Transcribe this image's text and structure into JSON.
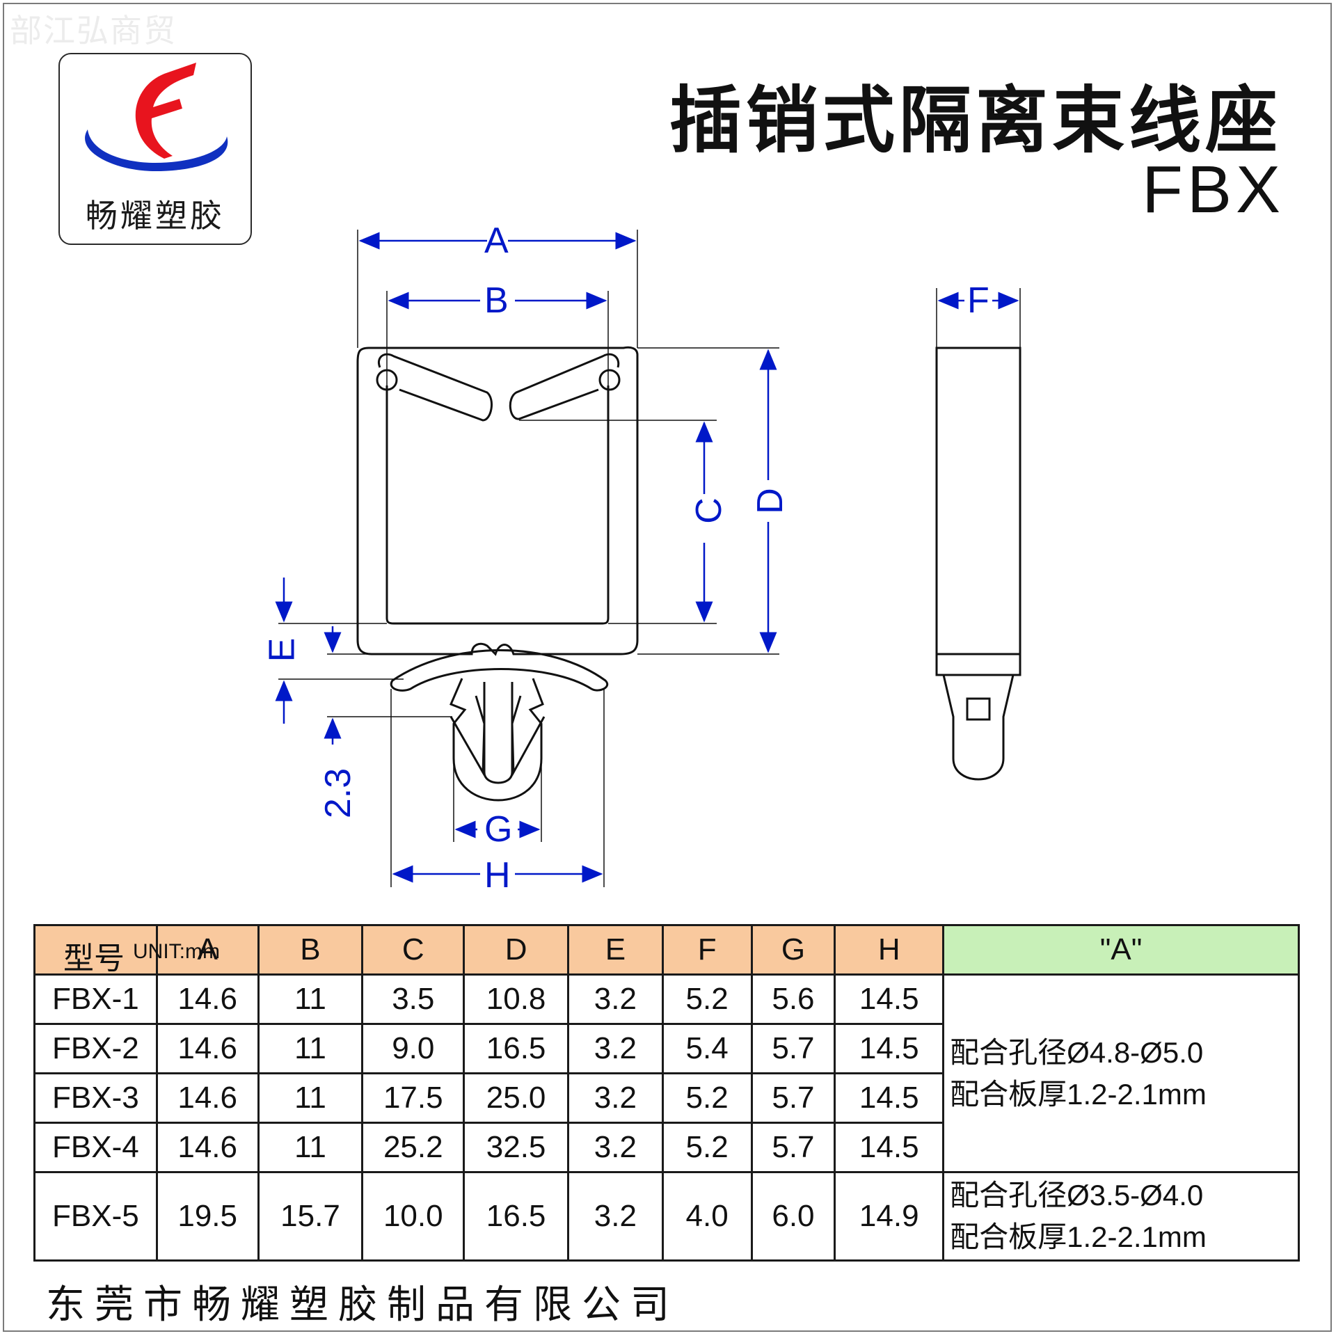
{
  "watermark": "部江弘商贸",
  "logo": {
    "brand_text": "畅耀塑胶"
  },
  "header": {
    "title": "插销式隔离束线座",
    "model": "FBX"
  },
  "dimension_labels": {
    "A": "A",
    "B": "B",
    "C": "C",
    "D": "D",
    "E": "E",
    "F": "F",
    "G": "G",
    "H": "H",
    "pin": "2.3"
  },
  "table": {
    "model_header": "型号",
    "unit": "UNIT:mm",
    "columns": [
      "A",
      "B",
      "C",
      "D",
      "E",
      "F",
      "G",
      "H"
    ],
    "note_header": "\"A\"",
    "rows": [
      {
        "model": "FBX-1",
        "values": [
          "14.6",
          "11",
          "3.5",
          "10.8",
          "3.2",
          "5.2",
          "5.6",
          "14.5"
        ]
      },
      {
        "model": "FBX-2",
        "values": [
          "14.6",
          "11",
          "9.0",
          "16.5",
          "3.2",
          "5.4",
          "5.7",
          "14.5"
        ]
      },
      {
        "model": "FBX-3",
        "values": [
          "14.6",
          "11",
          "17.5",
          "25.0",
          "3.2",
          "5.2",
          "5.7",
          "14.5"
        ]
      },
      {
        "model": "FBX-4",
        "values": [
          "14.6",
          "11",
          "25.2",
          "32.5",
          "3.2",
          "5.2",
          "5.7",
          "14.5"
        ]
      },
      {
        "model": "FBX-5",
        "values": [
          "19.5",
          "15.7",
          "10.0",
          "16.5",
          "3.2",
          "4.0",
          "6.0",
          "14.9"
        ]
      }
    ],
    "note_group1": {
      "line1": "配合孔径Ø4.8-Ø5.0",
      "line2": "配合板厚1.2-2.1mm"
    },
    "note_group2": {
      "line1": "配合孔径Ø3.5-Ø4.0",
      "line2": "配合板厚1.2-2.1mm"
    }
  },
  "footer": "东莞市畅耀塑胶制品有限公司",
  "colors": {
    "dimension": "#0018c8",
    "table_header": "#f9c99e",
    "note_header": "#c8f0b8",
    "logo_red": "#e8141e",
    "logo_blue": "#1030c0"
  }
}
